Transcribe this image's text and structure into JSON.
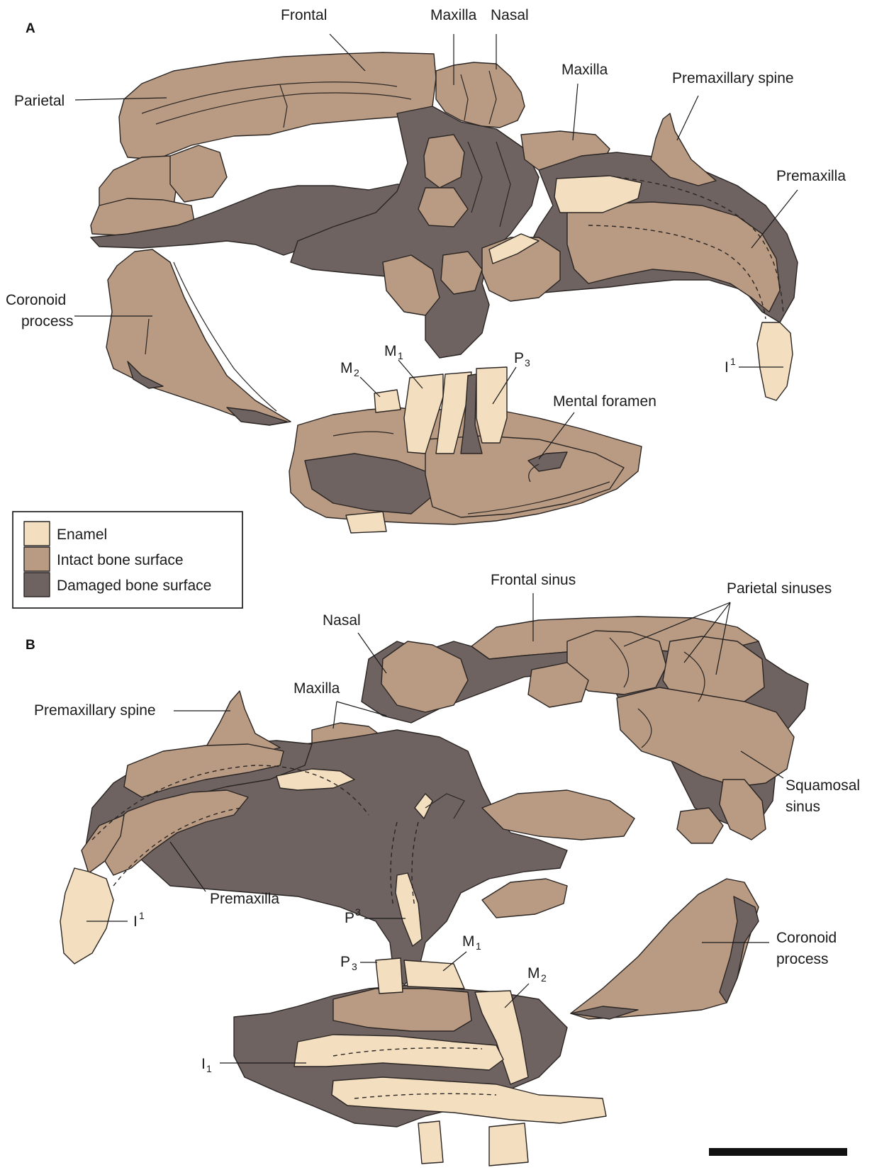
{
  "panels": {
    "a": "A",
    "b": "B"
  },
  "legend": {
    "enamel": "Enamel",
    "intact": "Intact bone surface",
    "damaged": "Damaged bone surface",
    "colors": {
      "enamel": "#f3dfbf",
      "intact": "#b99b83",
      "damaged": "#6e6361"
    }
  },
  "labels_a": {
    "frontal": "Frontal",
    "maxilla_top": "Maxilla",
    "nasal": "Nasal",
    "maxilla": "Maxilla",
    "premaxillary_spine": "Premaxillary spine",
    "parietal": "Parietal",
    "premaxilla": "Premaxilla",
    "coronoid_1": "Coronoid",
    "coronoid_2": "process",
    "i1_upper": "I",
    "i1_upper_sup": "1",
    "m1": "M",
    "m1_sub": "1",
    "m2": "M",
    "m2_sub": "2",
    "p3": "P",
    "p3_sub": "3",
    "mental_foramen": "Mental foramen"
  },
  "labels_b": {
    "frontal_sinus": "Frontal sinus",
    "parietal_sinuses": "Parietal sinuses",
    "nasal": "Nasal",
    "maxilla": "Maxilla",
    "premaxillary_spine": "Premaxillary spine",
    "squamosal_1": "Squamosal",
    "squamosal_2": "sinus",
    "premaxilla": "Premaxilla",
    "i1_upper": "I",
    "i1_upper_sup": "1",
    "p3_upper": "P",
    "p3_upper_sup": "3",
    "coronoid_1": "Coronoid",
    "coronoid_2": "process",
    "m1": "M",
    "m1_sub": "1",
    "p3": "P",
    "p3_sub": "3",
    "m2": "M",
    "m2_sub": "2",
    "i1_lower": "I",
    "i1_lower_sub": "1"
  }
}
